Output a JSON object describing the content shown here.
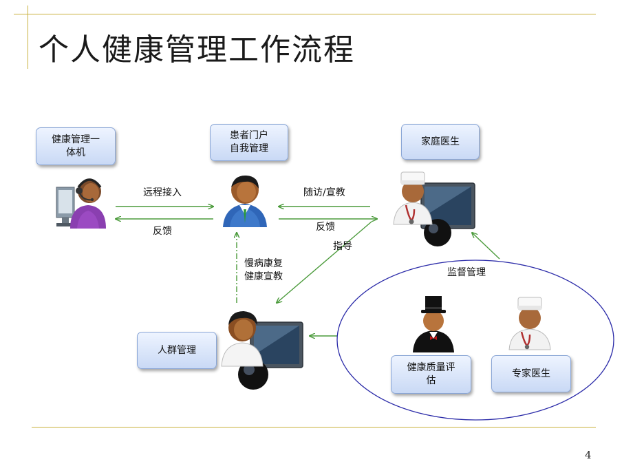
{
  "title": "个人健康管理工作流程",
  "page_number": "4",
  "nodes": {
    "kiosk": "健康管理一\n体机",
    "portal": "患者门户\n自我管理",
    "doctor": "家庭医生",
    "population": "人群管理",
    "assessment": "健康质量评\n估",
    "expert": "专家医生"
  },
  "edges": {
    "remote_access": "远程接入",
    "feedback_left": "反馈",
    "followup_education": "随访/宣教",
    "feedback_right": "反馈",
    "guidance": "指导",
    "chronic_rehab": "慢病康复\n健康宣教",
    "supervision": "监督管理"
  },
  "icons": [
    "operator-icon",
    "patient-icon",
    "doctor-computer-icon",
    "manager-computer-icon",
    "tophat-icon",
    "nurse-icon"
  ],
  "colors": {
    "frame": "#c8b03a",
    "arrow": "#4a9a3a",
    "ellipse": "#2a2aa8",
    "box_fill": "#c9d9f5"
  }
}
